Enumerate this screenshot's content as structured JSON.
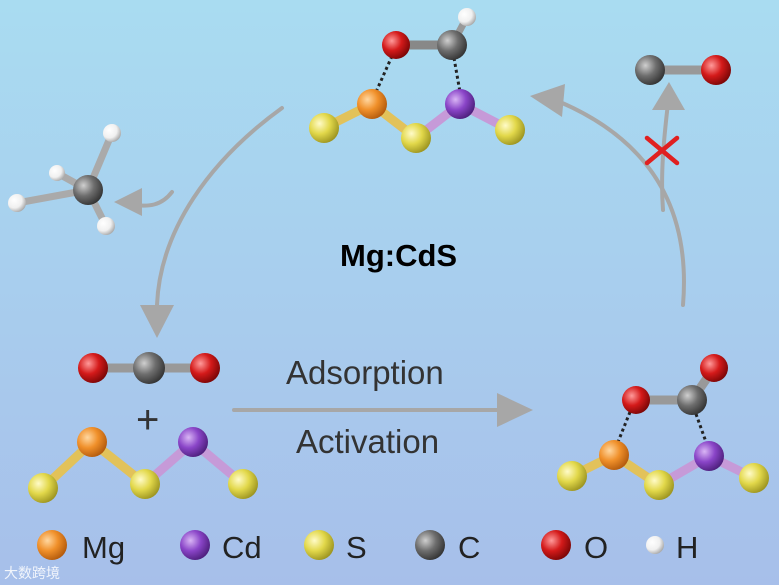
{
  "title": "Mg:CdS",
  "plus": "+",
  "arrow_top": "Adsorption",
  "arrow_bottom": "Activation",
  "legend": [
    {
      "label": "Mg",
      "color": "#f0902a"
    },
    {
      "label": "Cd",
      "color": "#8a45c8"
    },
    {
      "label": "S",
      "color": "#e2d84a"
    },
    {
      "label": "C",
      "color": "#6e6e6e"
    },
    {
      "label": "O",
      "color": "#d41a1a"
    },
    {
      "label": "H",
      "color": "#f2f2f2"
    }
  ],
  "watermark": "大数跨境",
  "colors": {
    "background_top": "#a9dcf1",
    "background_bottom": "#a7bfea",
    "arrow": "#a7a7a7",
    "cross": "#e02020"
  }
}
